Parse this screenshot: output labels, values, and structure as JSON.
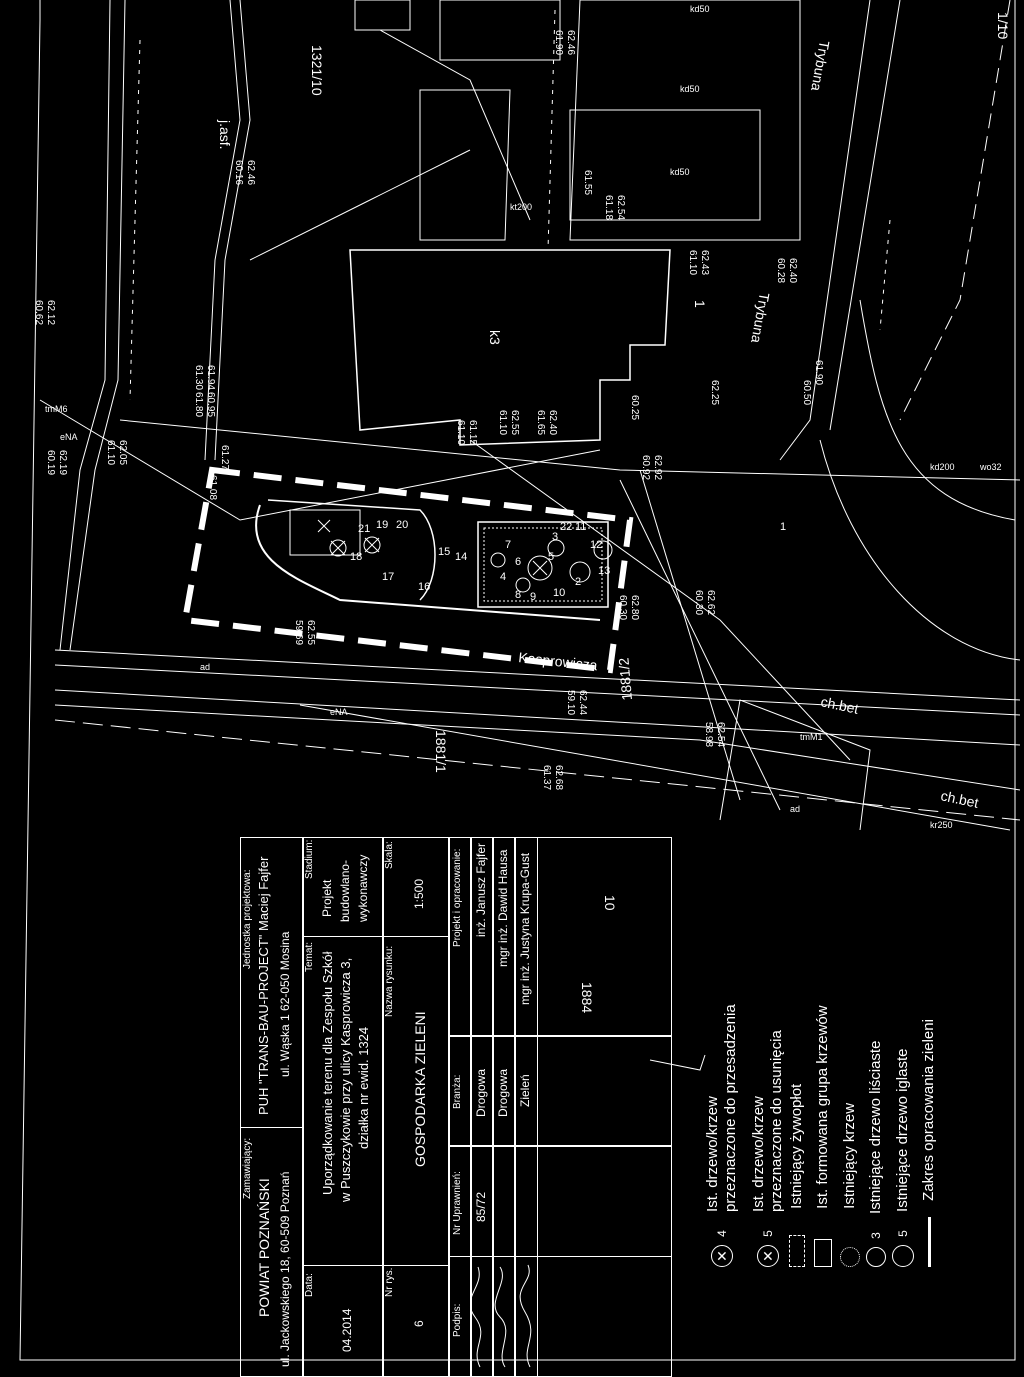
{
  "map": {
    "parcels": [
      "1321/10",
      "1/10",
      "1884",
      "1881/1",
      "1881/2",
      "10",
      "1"
    ],
    "streets": [
      "Kasprowicza",
      "Trybuna",
      "Trybuna"
    ],
    "surface_labels": [
      "j.asf.",
      "ch.bet",
      "ch.bet",
      "k3"
    ],
    "elevations": [
      "62.12",
      "60.62",
      "61.94",
      "61.30",
      "60.95",
      "61.80",
      "62.05",
      "61.10",
      "62.19",
      "60.19",
      "61.27",
      "61.08",
      "62.55",
      "61.10",
      "62.40",
      "61.65",
      "62.92",
      "60.92",
      "62.62",
      "60.30",
      "62.80",
      "60.30",
      "62.44",
      "59.10",
      "62.54",
      "58.98",
      "62.68",
      "61.37",
      "62.43",
      "61.10",
      "62.25",
      "61.90",
      "60.50",
      "62.46",
      "61.90",
      "62.54",
      "61.18",
      "61.55",
      "61.15",
      "61.10",
      "60.25",
      "62.46",
      "60.16",
      "62.40",
      "60.28",
      "62.55",
      "59.69"
    ],
    "plant_numbers": [
      "19",
      "20",
      "21",
      "18",
      "17",
      "15",
      "16",
      "14",
      "13",
      "12",
      "11",
      "22",
      "10",
      "9",
      "8",
      "5",
      "6",
      "7",
      "4",
      "3",
      "2",
      "1"
    ],
    "utility_labels": [
      "kd50",
      "kd50",
      "kd50",
      "kd200",
      "wo32",
      "eNA",
      "tmM6",
      "kt200",
      "eNA",
      "tmM1",
      "ad",
      "ad",
      "kr250"
    ]
  },
  "legend": {
    "items": [
      {
        "label": "Zakres opracowania zieleni",
        "number": ""
      },
      {
        "label": "Istniejące drzewo iglaste",
        "number": "5"
      },
      {
        "label": "Istniejące drzewo liściaste",
        "number": "3"
      },
      {
        "label": "Istniejący krzew",
        "number": ""
      },
      {
        "label": "Ist. formowana grupa krzewów",
        "number": ""
      },
      {
        "label": "Istniejący żywopłot",
        "number": ""
      },
      {
        "label": "Ist. drzewo/krzew",
        "label2": "przeznaczone do usunięcia",
        "number": "5"
      },
      {
        "label": "Ist. drzewo/krzew",
        "label2": "przeznaczone do przesadzenia",
        "number": "4"
      }
    ]
  },
  "titleblock": {
    "designer_label": "Jednostka projektowa:",
    "designer_name": "PUH \"TRANS-BAU-PROJECT\" Maciej Fajfer",
    "designer_address": "ul. Wąska 1  62-050 Mosina",
    "client_label": "Zamawiający:",
    "client_name": "POWIAT POZNAŃSKI",
    "client_address": "ul. Jackowskiego 18, 60-509 Poznań",
    "stage_label": "Stadium:",
    "stage_value_1": "Projekt",
    "stage_value_2": "budowlano-",
    "stage_value_3": "wykonawczy",
    "topic_label": "Temat:",
    "topic_1": "Uporządkowanie terenu dla Zespołu Szkół",
    "topic_2": "w Puszczykowie przy ulicy Kasprowicza 3,",
    "topic_3": "działka nr ewid. 1324",
    "date_label": "Data:",
    "date_value": "04.2014",
    "scale_label": "Skala:",
    "scale_value": "1:500",
    "drawing_name_label": "Nazwa rysunku:",
    "drawing_name": "GOSPODARKA ZIELENI",
    "drawing_no_label": "Nr rys.",
    "drawing_no": "6",
    "team_label": "Projekt i opracowanie:",
    "branch_label": "Branża:",
    "license_label": "Nr Uprawnień:",
    "signature_label": "Podpis:",
    "team": [
      {
        "name": "inż. Janusz Fajfer",
        "branch": "Drogowa",
        "license": "85/72"
      },
      {
        "name": "mgr inż. Dawid Hausa",
        "branch": "Drogowa",
        "license": ""
      },
      {
        "name": "mgr inż. Justyna Krupa-Gust",
        "branch": "Zieleń",
        "license": ""
      }
    ]
  }
}
